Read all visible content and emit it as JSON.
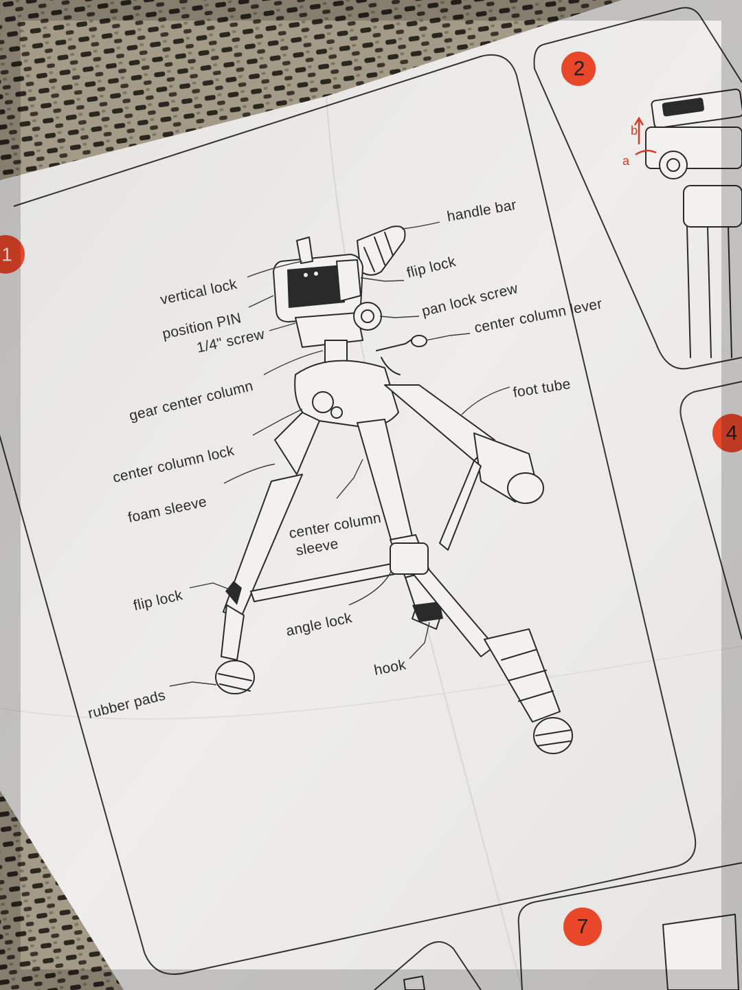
{
  "panels": {
    "step1": {
      "number": "1"
    },
    "step2": {
      "number": "2",
      "marks": [
        "b",
        "a"
      ]
    },
    "step4": {
      "number": "4"
    },
    "step7": {
      "number": "7"
    }
  },
  "labels": {
    "handle_bar": "handle bar",
    "flip_lock_top": "flip lock",
    "vertical_lock": "vertical lock",
    "pan_lock_screw": "pan lock screw",
    "position_pin": "position PIN",
    "quarter_screw": "1/4\" screw",
    "center_column_lever": "center column lever",
    "gear_center_column": "gear center column",
    "foot_tube": "foot tube",
    "center_column_lock": "center column lock",
    "foam_sleeve": "foam sleeve",
    "center_column_sleeve_1": "center column",
    "center_column_sleeve_2": "sleeve",
    "flip_lock_leg": "flip lock",
    "angle_lock": "angle lock",
    "hook": "hook",
    "rubber_pads": "rubber pads"
  },
  "colors": {
    "badge_red": "#e8472a",
    "paper": "#ecebe9",
    "carpet": "#8b8273"
  }
}
